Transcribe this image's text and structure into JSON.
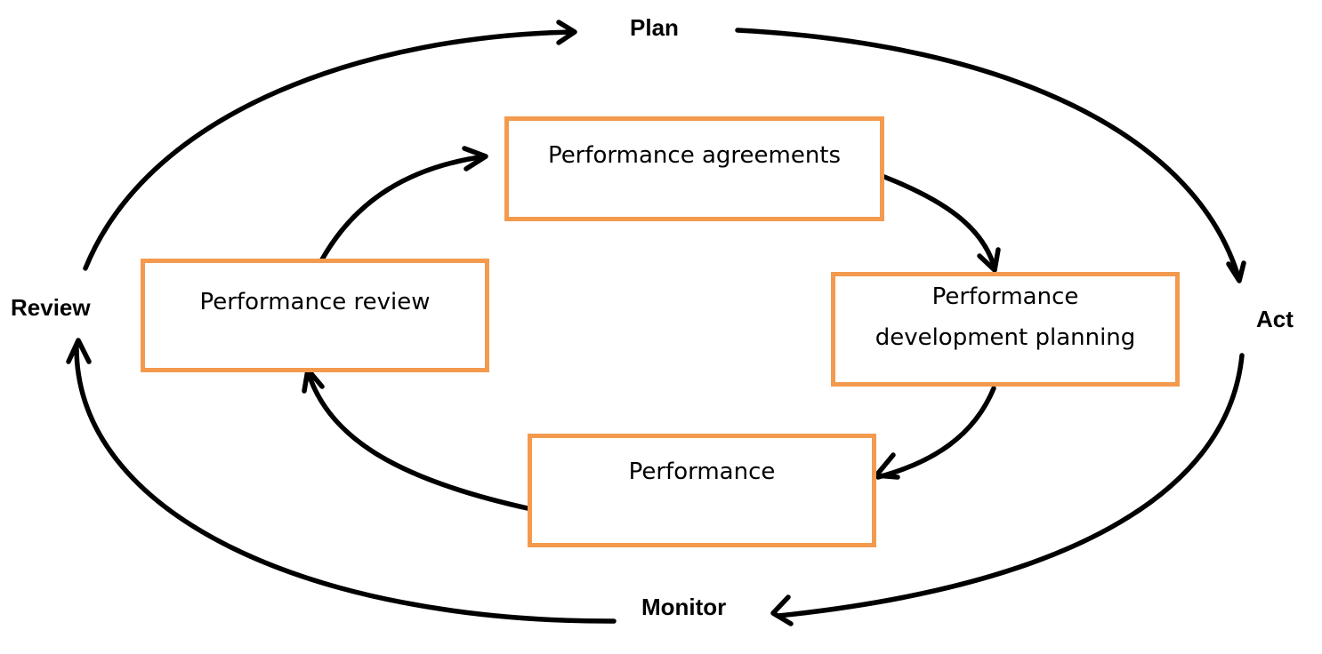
{
  "cycle": {
    "outer_phases": {
      "plan": "Plan",
      "act": "Act",
      "monitor": "Monitor",
      "review": "Review"
    },
    "inner_steps": {
      "agreements": "Performance agreements",
      "development_line1": "Performance",
      "development_line2": "development planning",
      "performance": "Performance",
      "review": "Performance review"
    }
  },
  "colors": {
    "box_border": "#f39a4e",
    "arrow": "#000000",
    "text": "#000000"
  }
}
